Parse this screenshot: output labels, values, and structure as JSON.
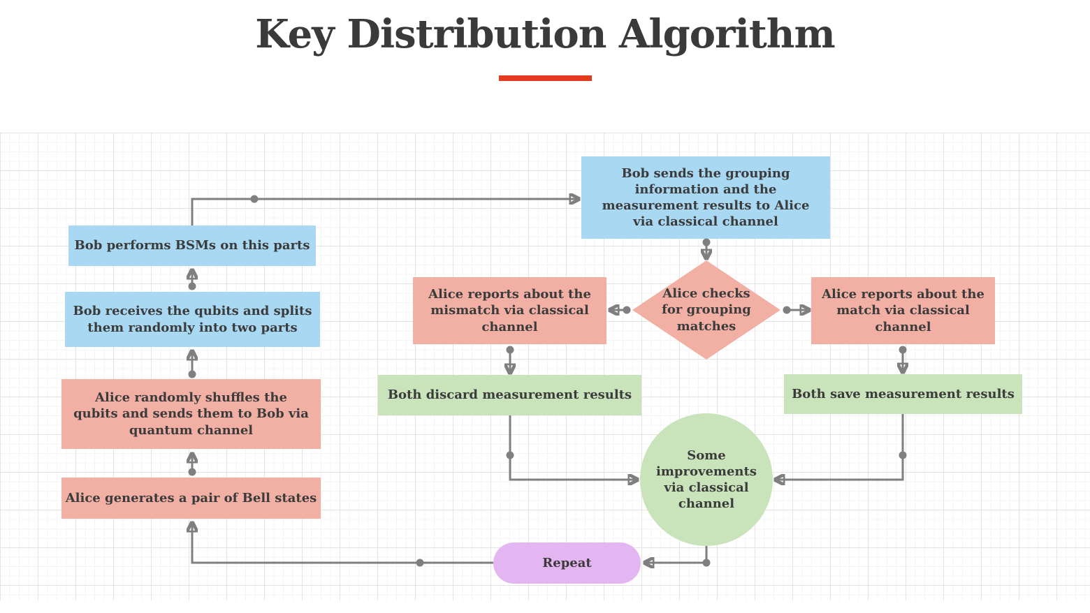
{
  "title": "Key Distribution Algorithm",
  "colors": {
    "process_blue": "#a9d8f2",
    "process_pink": "#f2b0a5",
    "process_green": "#c9e3ba",
    "terminator_purple": "#e4b6f1",
    "connector_gray": "#7f7f7f",
    "accent_red": "#e23a1c",
    "text": "#3b3b3b"
  },
  "nodes": {
    "generates": {
      "label": "Alice generates a pair of Bell states",
      "shape": "rect",
      "color": "pink"
    },
    "shuffles": {
      "label": "Alice randomly shuffles the\nqubits and sends them to Bob via\nquantum channel",
      "shape": "rect",
      "color": "pink"
    },
    "receives": {
      "label": "Bob receives the qubits and splits\nthem randomly into two parts",
      "shape": "rect",
      "color": "blue"
    },
    "bsm": {
      "label": "Bob performs BSMs on this parts",
      "shape": "rect",
      "color": "blue"
    },
    "sends": {
      "label": "Bob sends the grouping\ninformation and the\nmeasurement results to Alice\nvia classical channel",
      "shape": "rect",
      "color": "blue"
    },
    "check": {
      "label": "Alice checks\nfor grouping\nmatches",
      "shape": "diamond",
      "color": "pink"
    },
    "mismatch": {
      "label": "Alice reports about the\nmismatch via classical\nchannel",
      "shape": "rect",
      "color": "pink"
    },
    "match": {
      "label": "Alice reports about the\nmatch via classical\nchannel",
      "shape": "rect",
      "color": "pink"
    },
    "discard": {
      "label": "Both discard measurement results",
      "shape": "rect",
      "color": "green"
    },
    "save": {
      "label": "Both save measurement results",
      "shape": "rect",
      "color": "green"
    },
    "improvements": {
      "label": "Some\nimprovements\nvia classical\nchannel",
      "shape": "circle",
      "color": "green"
    },
    "repeat": {
      "label": "Repeat",
      "shape": "pill",
      "color": "purple"
    }
  },
  "edges": [
    {
      "from": "generates",
      "to": "shuffles"
    },
    {
      "from": "shuffles",
      "to": "receives"
    },
    {
      "from": "receives",
      "to": "bsm"
    },
    {
      "from": "bsm",
      "to": "sends"
    },
    {
      "from": "sends",
      "to": "check"
    },
    {
      "from": "check",
      "to": "mismatch"
    },
    {
      "from": "check",
      "to": "match"
    },
    {
      "from": "mismatch",
      "to": "discard"
    },
    {
      "from": "match",
      "to": "save"
    },
    {
      "from": "discard",
      "to": "improvements"
    },
    {
      "from": "save",
      "to": "improvements"
    },
    {
      "from": "improvements",
      "to": "repeat"
    },
    {
      "from": "repeat",
      "to": "generates"
    }
  ]
}
